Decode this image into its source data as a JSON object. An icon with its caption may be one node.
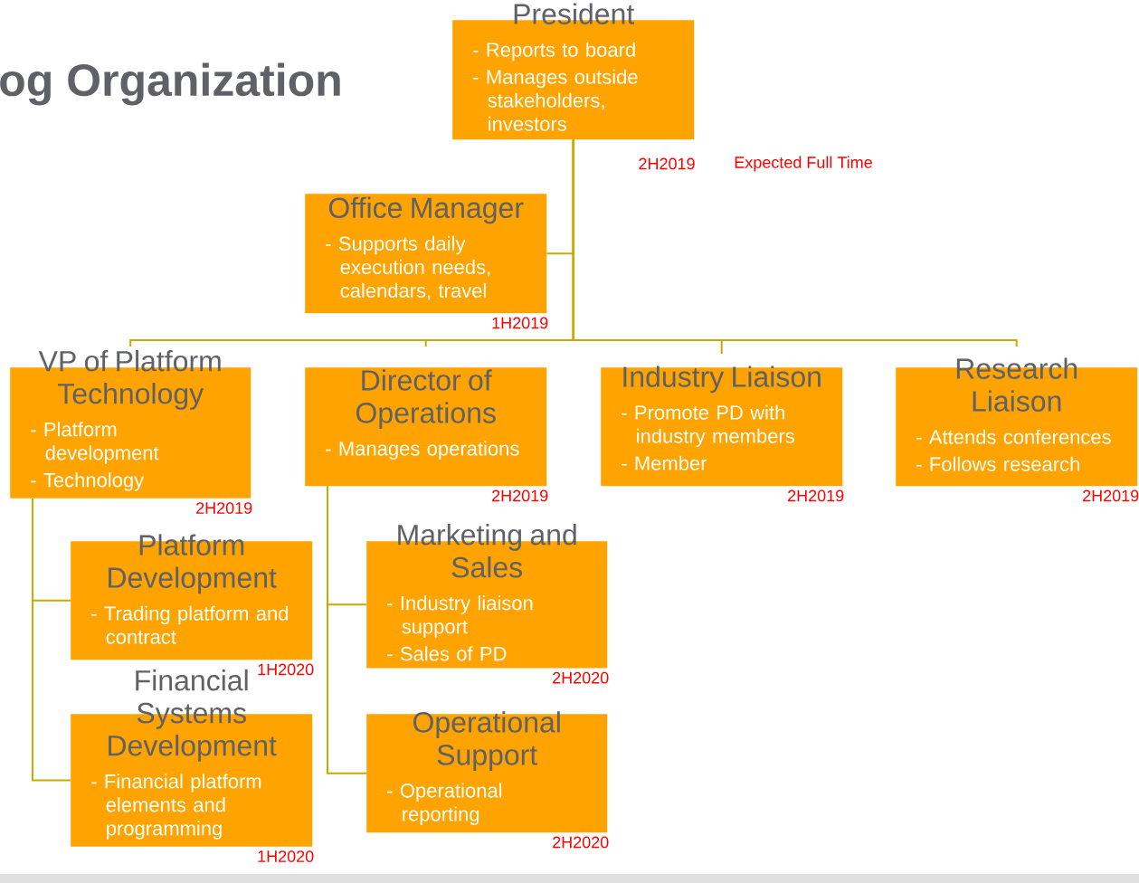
{
  "diagram": {
    "title": "og Organization",
    "nodes": [
      {
        "text": [
          "President",
          "- Reports to board",
          "- Manages outside stakeholders, investors"
        ],
        "beside": [
          "2H2019",
          "Expected Full Time"
        ]
      },
      {
        "text": [
          "Office Manager",
          "- Supports daily execution needs, calendars, travel"
        ],
        "beside": [
          "1H2019"
        ]
      },
      {
        "text": [
          "VP of Platform Technology",
          "- Platform development",
          "- Technology"
        ],
        "beside": [
          "2H2019"
        ]
      },
      {
        "text": [
          "Director of Operations",
          "- Manages operations"
        ],
        "beside": [
          "2H2019"
        ]
      },
      {
        "text": [
          "Industry Liaison",
          "- Promote PD with industry members",
          "- Member"
        ],
        "beside": [
          "2H2019"
        ]
      },
      {
        "text": [
          "Research Liaison",
          "- Attends conferences",
          "- Follows research"
        ],
        "beside": [
          "2H2019"
        ]
      },
      {
        "text": [
          "Platform Development",
          "- Trading platform and  contract"
        ],
        "beside": [
          "1H2020"
        ]
      },
      {
        "text": [
          "Marketing and Sales",
          "- Industry liaison support",
          "- Sales of PD"
        ],
        "beside": [
          "2H2020"
        ]
      },
      {
        "text": [
          "Financial Systems Development",
          "- Financial platform elements and programming"
        ],
        "beside": [
          "1H2020"
        ]
      },
      {
        "text": [
          "Operational Support",
          "- Operational reporting"
        ],
        "beside": [
          "2H2020"
        ]
      }
    ],
    "edges": [
      {
        "from": 0,
        "to": 1,
        "arrow": "none"
      },
      {
        "from": 0,
        "to": 2,
        "arrow": "none"
      },
      {
        "from": 0,
        "to": 3,
        "arrow": "none"
      },
      {
        "from": 0,
        "to": 4,
        "arrow": "none"
      },
      {
        "from": 0,
        "to": 5,
        "arrow": "none"
      },
      {
        "from": 2,
        "to": 6,
        "arrow": "none"
      },
      {
        "from": 2,
        "to": 8,
        "arrow": "none"
      },
      {
        "from": 3,
        "to": 7,
        "arrow": "none"
      },
      {
        "from": 3,
        "to": 9,
        "arrow": "none"
      }
    ]
  }
}
